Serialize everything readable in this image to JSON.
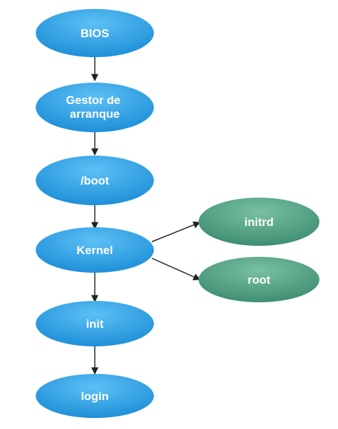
{
  "diagram": {
    "type": "flowchart",
    "colors": {
      "primary_node": "#1e8fd8",
      "primary_node_highlight": "#5cc0f5",
      "secondary_node": "#3f8e72",
      "secondary_node_highlight": "#79c0a2",
      "arrow": "#222222",
      "label": "#ffffff"
    },
    "nodes": {
      "bios": {
        "label": "BIOS"
      },
      "bootloader": {
        "label_lines": [
          "Gestor de",
          "arranque"
        ]
      },
      "boot": {
        "label": "/boot"
      },
      "kernel": {
        "label": "Kernel"
      },
      "init": {
        "label": "init"
      },
      "login": {
        "label": "login"
      },
      "initrd": {
        "label": "initrd"
      },
      "root": {
        "label": "root"
      }
    },
    "edges": [
      {
        "from": "BIOS",
        "to": "Gestor de arranque"
      },
      {
        "from": "Gestor de arranque",
        "to": "/boot"
      },
      {
        "from": "/boot",
        "to": "Kernel"
      },
      {
        "from": "Kernel",
        "to": "init"
      },
      {
        "from": "init",
        "to": "login"
      },
      {
        "from": "Kernel",
        "to": "initrd"
      },
      {
        "from": "Kernel",
        "to": "root"
      }
    ]
  }
}
